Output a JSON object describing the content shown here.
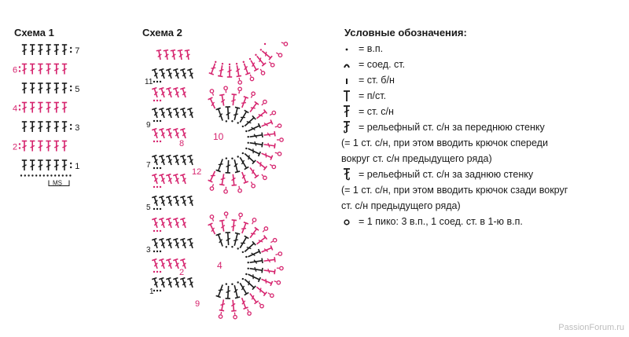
{
  "scheme1": {
    "title": "Схема 1",
    "rows": [
      {
        "label": "7",
        "side": "right",
        "color": "#1a1a1a"
      },
      {
        "label": "6",
        "side": "left",
        "color": "#d6246e"
      },
      {
        "label": "5",
        "side": "right",
        "color": "#1a1a1a"
      },
      {
        "label": "4",
        "side": "left",
        "color": "#d6246e"
      },
      {
        "label": "3",
        "side": "right",
        "color": "#1a1a1a"
      },
      {
        "label": "2",
        "side": "left",
        "color": "#d6246e"
      },
      {
        "label": "1",
        "side": "right",
        "color": "#1a1a1a"
      }
    ],
    "stitch_count": 6,
    "ms_label": "MS"
  },
  "scheme2": {
    "title": "Схема 2",
    "black_labels": [
      "11",
      "9",
      "7",
      "5",
      "3",
      "1"
    ],
    "pink_labels": [
      "8",
      "10",
      "12",
      "2",
      "4",
      "9"
    ]
  },
  "legend": {
    "title": "Условные обозначения:",
    "items": [
      {
        "icon": "chain-dot-icon",
        "text": "= в.п."
      },
      {
        "icon": "slip-stitch-arc-icon",
        "text": "= соед. ст."
      },
      {
        "icon": "single-crochet-icon",
        "text": "= ст. б/н"
      },
      {
        "icon": "half-double-crochet-icon",
        "text": "= п/ст."
      },
      {
        "icon": "double-crochet-icon",
        "text": "= ст. с/н"
      },
      {
        "icon": "front-post-dc-icon",
        "text": "= рельефный ст. с/н за переднюю стенку"
      },
      {
        "cont": "(= 1 ст. с/н, при этом вводить крючок спереди"
      },
      {
        "cont": "вокруг ст. с/н предыдущего ряда)"
      },
      {
        "icon": "back-post-dc-icon",
        "text": "= рельефный ст. с/н за заднюю стенку"
      },
      {
        "cont": "(= 1 ст. с/н, при этом вводить крючок сзади вокруг"
      },
      {
        "cont": "ст. с/н предыдущего ряда)"
      },
      {
        "icon": "picot-icon",
        "text": "= 1 пико: 3 в.п., 1 соед. ст. в 1-ю в.п."
      }
    ]
  },
  "colors": {
    "black": "#1a1a1a",
    "pink": "#d6246e"
  },
  "watermark": "PassionForum.ru"
}
